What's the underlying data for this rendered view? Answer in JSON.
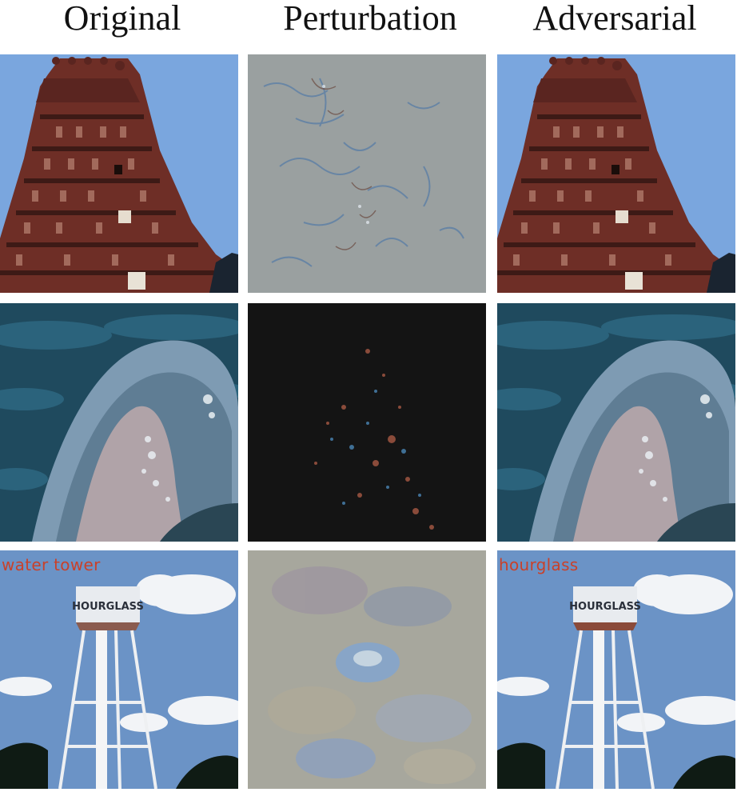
{
  "columns": {
    "original": "Original",
    "perturbation": "Perturbation",
    "adversarial": "Adversarial"
  },
  "rows": [
    {
      "scene": "temple",
      "original_label": "",
      "adversarial_label": ""
    },
    {
      "scene": "whale",
      "original_label": "",
      "adversarial_label": ""
    },
    {
      "scene": "water-tower",
      "original_label": "water tower",
      "adversarial_label": "hourglass",
      "tank_text": "HOURGLASS"
    }
  ],
  "colors": {
    "label": "#c9412a",
    "sky": "#7aa6de",
    "temple": "#6e2e26",
    "ocean": "#1f4a5e",
    "noise_bg": "#141414",
    "perturb_gray": "#9aa0a0"
  }
}
